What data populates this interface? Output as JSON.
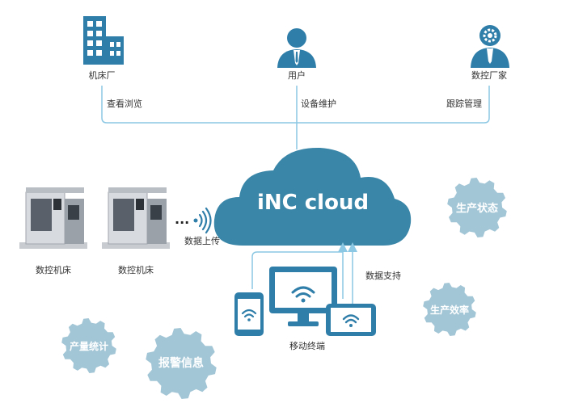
{
  "top_nodes": [
    {
      "label": "机床厂",
      "edge_label": "查看浏览",
      "icon": "factory-building-icon"
    },
    {
      "label": "用户",
      "edge_label": "设备维护",
      "icon": "user-icon"
    },
    {
      "label": "数控厂家",
      "edge_label": "跟踪管理",
      "icon": "engineer-gear-icon"
    }
  ],
  "cloud": {
    "label": "iNC cloud",
    "color": "#3a86a8"
  },
  "machines": [
    {
      "label": "数控机床"
    },
    {
      "label": "数控机床"
    }
  ],
  "ellipsis": "···",
  "upload_label": "数据上传",
  "terminal": {
    "label": "移动终端",
    "support_label": "数据支持"
  },
  "gears": [
    {
      "label": "生产状态"
    },
    {
      "label": "生产效率"
    },
    {
      "label": "产量统计"
    },
    {
      "label": "报警信息"
    }
  ],
  "colors": {
    "line": "#8cc7e3",
    "icon_blue": "#2f7ea9",
    "gear": "#a3c6d6",
    "text": "#333333"
  }
}
